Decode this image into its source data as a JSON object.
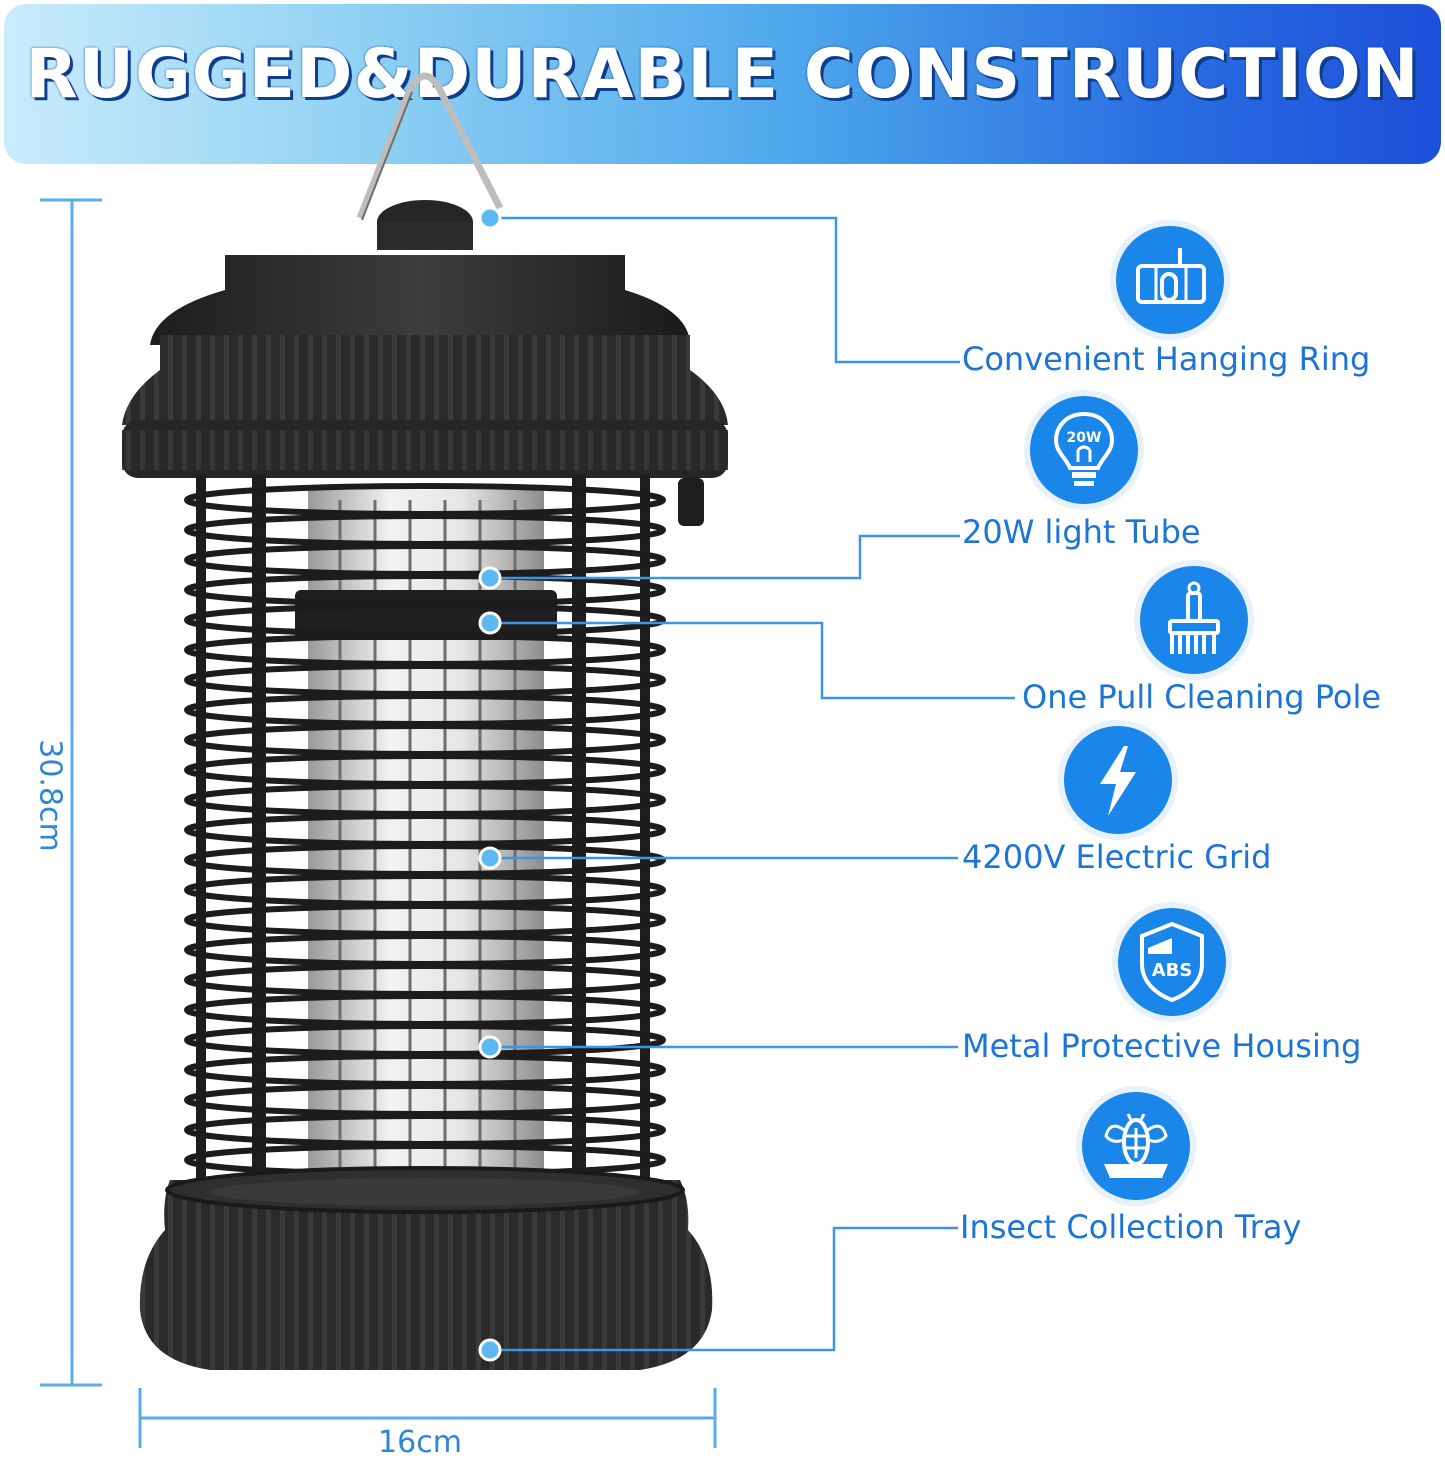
{
  "banner": {
    "title": "RUGGED&DURABLE CONSTRUCTION"
  },
  "dimensions": {
    "height": "30.8cm",
    "width": "16cm"
  },
  "features": [
    {
      "label": "Convenient Hanging Ring",
      "icon": "hanging-ring-icon"
    },
    {
      "label": "20W light Tube",
      "icon": "bulb-20w-icon",
      "icon_text": "20W"
    },
    {
      "label": "One Pull Cleaning Pole",
      "icon": "brush-icon"
    },
    {
      "label": "4200V Electric Grid",
      "icon": "lightning-icon"
    },
    {
      "label": "Metal Protective Housing",
      "icon": "abs-shield-icon",
      "icon_text": "ABS"
    },
    {
      "label": "Insect Collection Tray",
      "icon": "insect-tray-icon"
    }
  ],
  "colors": {
    "accent": "#1a86ea",
    "label": "#1b74d6",
    "callout_line": "#3a95e6",
    "product": "#2b2b2b"
  }
}
